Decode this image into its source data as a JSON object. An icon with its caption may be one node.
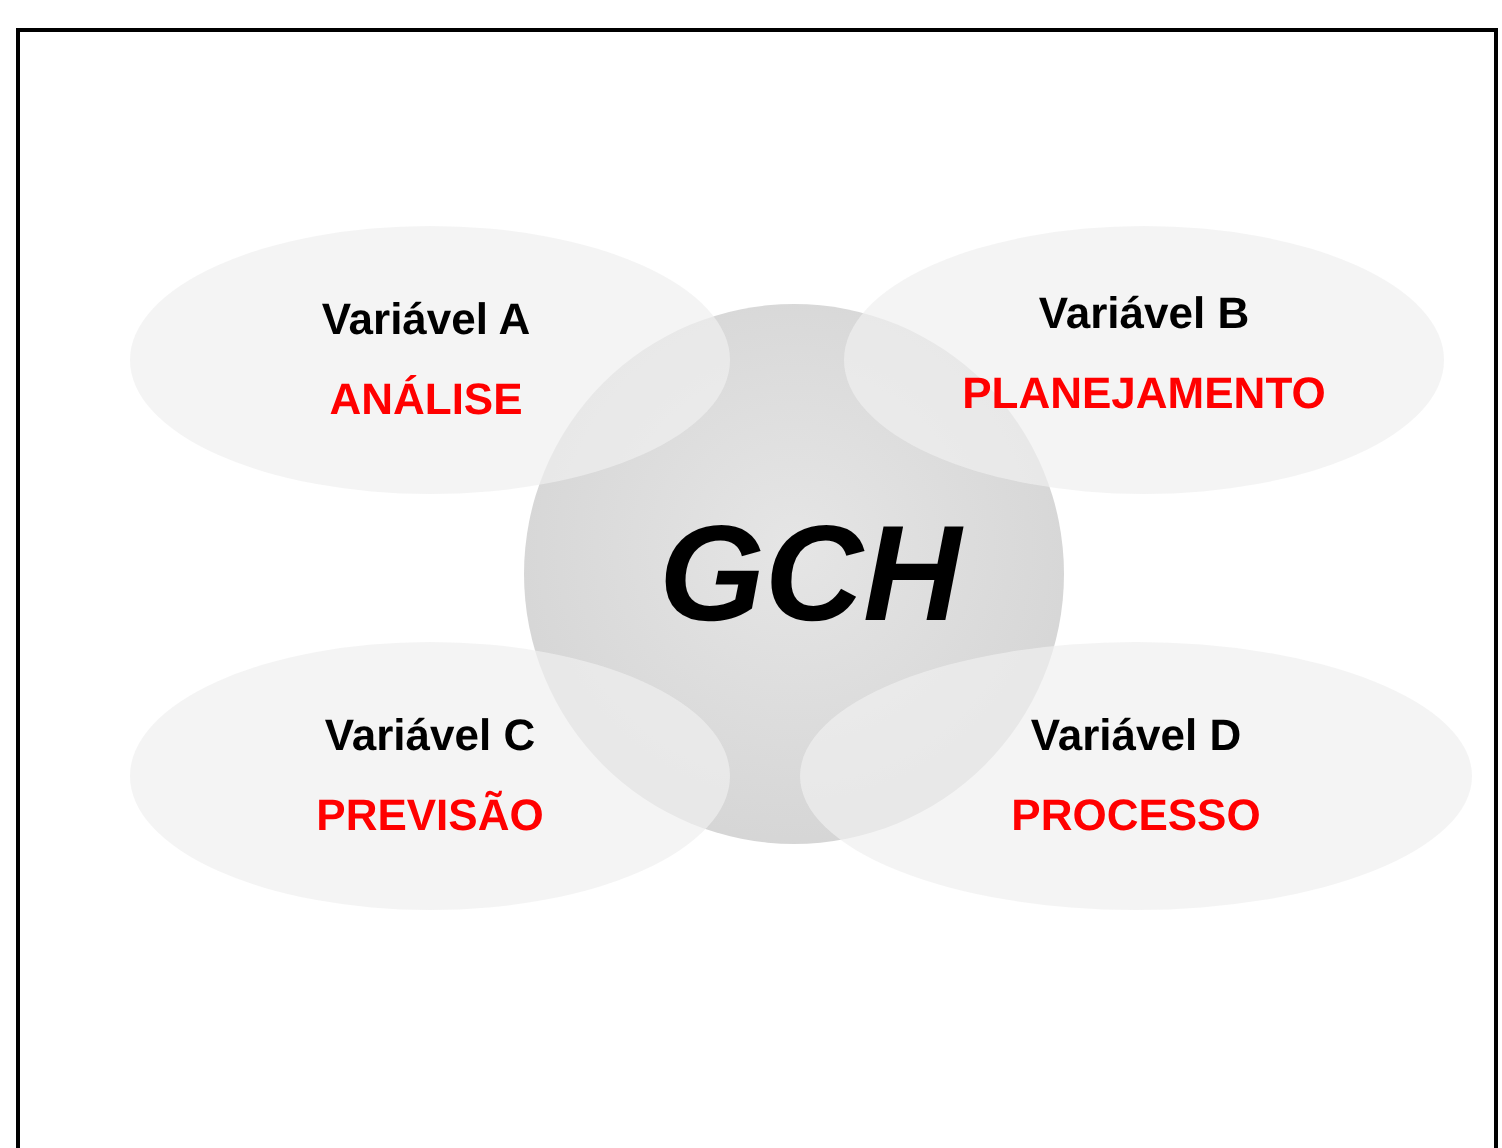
{
  "diagram": {
    "nodes": [
      {
        "text": [
          "Variável A",
          "ANÁLISE"
        ]
      },
      {
        "text": [
          "Variável B",
          "PLANEJAMENTO"
        ]
      },
      {
        "text": [
          "GCH"
        ]
      },
      {
        "text": [
          "Variável C",
          "PREVISÃO"
        ]
      },
      {
        "text": [
          "Variável D",
          "PROCESSO"
        ]
      }
    ]
  }
}
